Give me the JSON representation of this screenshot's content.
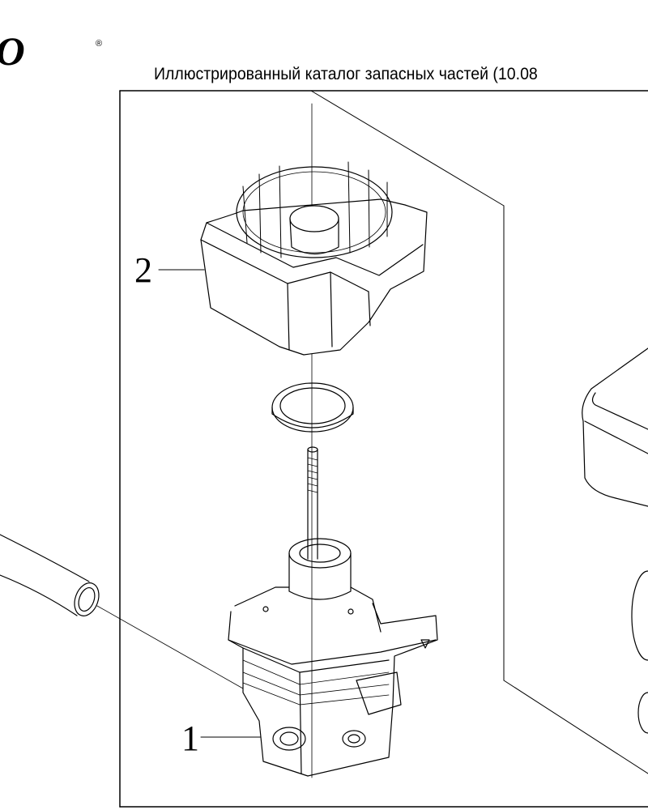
{
  "header": {
    "brand": "ECHO",
    "brand_mark": "®",
    "title": "Иллюстрированный каталог запасных частей (10.08"
  },
  "callouts": {
    "part_1": "1",
    "part_2": "2"
  }
}
